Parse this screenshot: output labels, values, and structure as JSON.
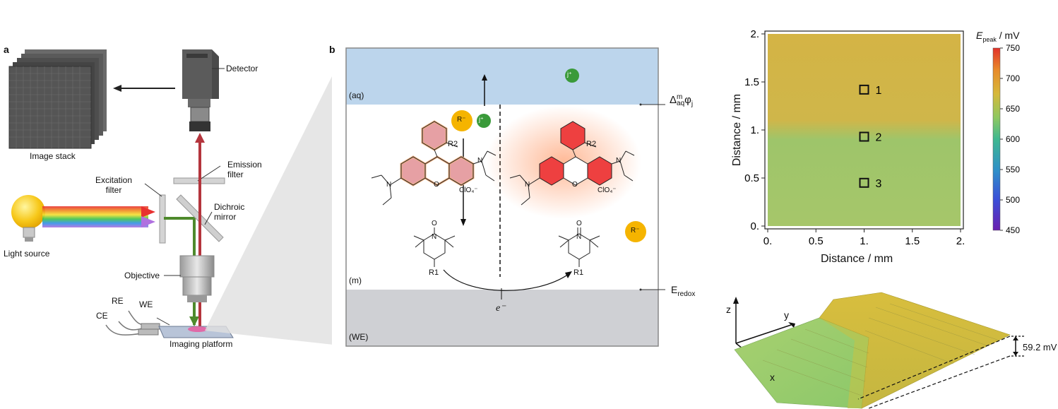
{
  "panel_a": {
    "letter": "a",
    "labels": {
      "image_stack": "Image stack",
      "detector": "Detector",
      "emission_filter": "Emission\nfilter",
      "excitation_filter": "Excitation\nfilter",
      "dichroic_mirror": "Dichroic\nmirror",
      "light_source": "Light source",
      "objective": "Objective",
      "re": "RE",
      "we": "WE",
      "ce": "CE",
      "imaging_platform": "Imaging platform"
    }
  },
  "panel_b": {
    "letter": "b",
    "phase_aq": "(aq)",
    "phase_m": "(m)",
    "phase_we": "(WE)",
    "ion_j": "j⁺",
    "ion_r": "R⁻",
    "r2": "R2",
    "r1": "R1",
    "o_label": "O",
    "n_label": "N",
    "perchlorate": "ClO₄⁻",
    "potential_label": "Δ",
    "potential_sup": "m",
    "potential_sub": "aq",
    "potential_phi": "φ",
    "potential_j": "j",
    "redox_label": "E",
    "redox_sub": "redox",
    "electron": "e⁻"
  },
  "panel_c": {
    "chart_data": {
      "type": "heatmap",
      "xlabel": "Distance / mm",
      "ylabel": "Distance / mm",
      "x_ticks": [
        "0.",
        "0.5",
        "1.",
        "1.5",
        "2."
      ],
      "y_ticks": [
        "0.",
        "0.5",
        "1.",
        "1.5",
        "2."
      ],
      "xlim": [
        0,
        2
      ],
      "ylim": [
        0,
        2
      ],
      "colorbar_label": "E",
      "colorbar_sub": "peak",
      "colorbar_unit": " / mV",
      "colorbar_ticks": [
        750,
        700,
        650,
        600,
        550,
        500,
        450
      ],
      "colorbar_range": [
        450,
        750
      ],
      "regions": [
        {
          "y_from": 1.0,
          "y_to": 2.0,
          "value": 665
        },
        {
          "y_from": 0.0,
          "y_to": 1.0,
          "value": 610
        }
      ],
      "markers": [
        {
          "label": "1",
          "x": 1.0,
          "y": 1.42
        },
        {
          "label": "2",
          "x": 1.0,
          "y": 0.93
        },
        {
          "label": "3",
          "x": 1.0,
          "y": 0.45
        }
      ]
    }
  },
  "panel_d": {
    "axis_z": "z",
    "axis_y": "y",
    "axis_x": "x",
    "step": "59.2 mV"
  }
}
